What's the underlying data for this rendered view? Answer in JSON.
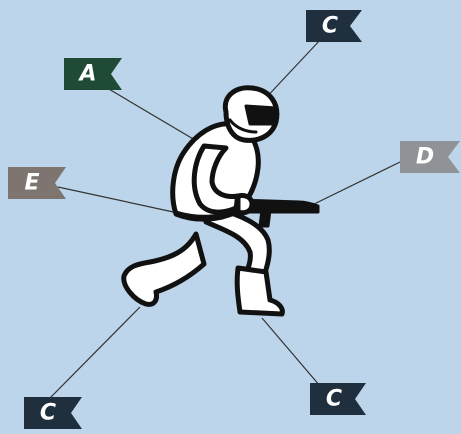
{
  "labels": {
    "helmet": "C",
    "shoulder": "A",
    "weapon": "D",
    "belt": "E",
    "rear_knee": "C",
    "front_boot": "C"
  },
  "colors": {
    "background": "#bcd5ea",
    "flag_dark_navy": "#1f2f3d",
    "flag_dark_green": "#1f4a35",
    "flag_gray": "#8f9296",
    "flag_taupe": "#7e7570",
    "flag_text": "#ffffff",
    "leader_line": "#333333"
  },
  "icons": {
    "figure": "crouching-soldier-icon"
  }
}
